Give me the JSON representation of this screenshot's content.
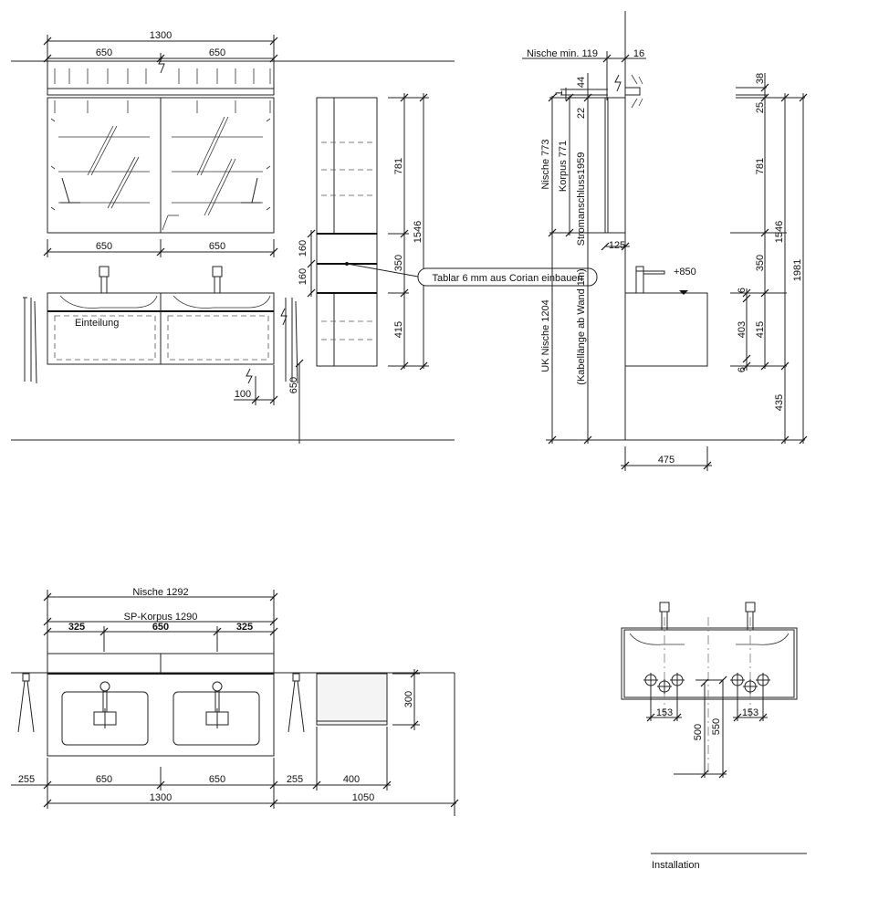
{
  "front": {
    "width_total": "1300",
    "width_left": "650",
    "width_right": "650",
    "mirror_left": "650",
    "mirror_right": "650",
    "label_einteilung": "Einteilung",
    "dim_100": "100",
    "dim_650": "650"
  },
  "side_cabinet": {
    "dim_781": "781",
    "dim_1546": "1546",
    "dim_160a": "160",
    "dim_160b": "160",
    "dim_350": "350",
    "dim_415": "415",
    "callout": "Tablar 6 mm aus Corian einbauen"
  },
  "section": {
    "nische_min": "Nische min. 119",
    "dim_16": "16",
    "dim_1": "1",
    "dim_44": "44",
    "dim_22": "22",
    "nische_773": "Nische 773",
    "korpus_771": "Korpus 771",
    "stromanschluss": "Stromanschluss1959",
    "uk_nische": "UK Nische 1204",
    "kabellaenge": "(Kabellänge ab Wand 1m)",
    "dim_125": "125",
    "dim_plus850": "+850",
    "dim_475": "475"
  },
  "right_dims": {
    "dim_38": "38",
    "dim_25": "25",
    "dim_781": "781",
    "dim_1546": "1546",
    "dim_1981": "1981",
    "dim_350": "350",
    "dim_6a": "6",
    "dim_403": "403",
    "dim_415": "415",
    "dim_6b": "6",
    "dim_435": "435"
  },
  "plan": {
    "nische": "Nische 1292",
    "sp_korpus": "SP-Korpus 1290",
    "dim_325a": "325",
    "dim_650": "650",
    "dim_325b": "325",
    "dim_300": "300",
    "dim_255a": "255",
    "dim_650a": "650",
    "dim_650b": "650",
    "dim_255b": "255",
    "dim_400": "400",
    "dim_1300": "1300",
    "dim_1050": "1050"
  },
  "install": {
    "dim_153a": "153",
    "dim_153b": "153",
    "dim_500": "500",
    "dim_550": "550",
    "title": "Installation"
  }
}
